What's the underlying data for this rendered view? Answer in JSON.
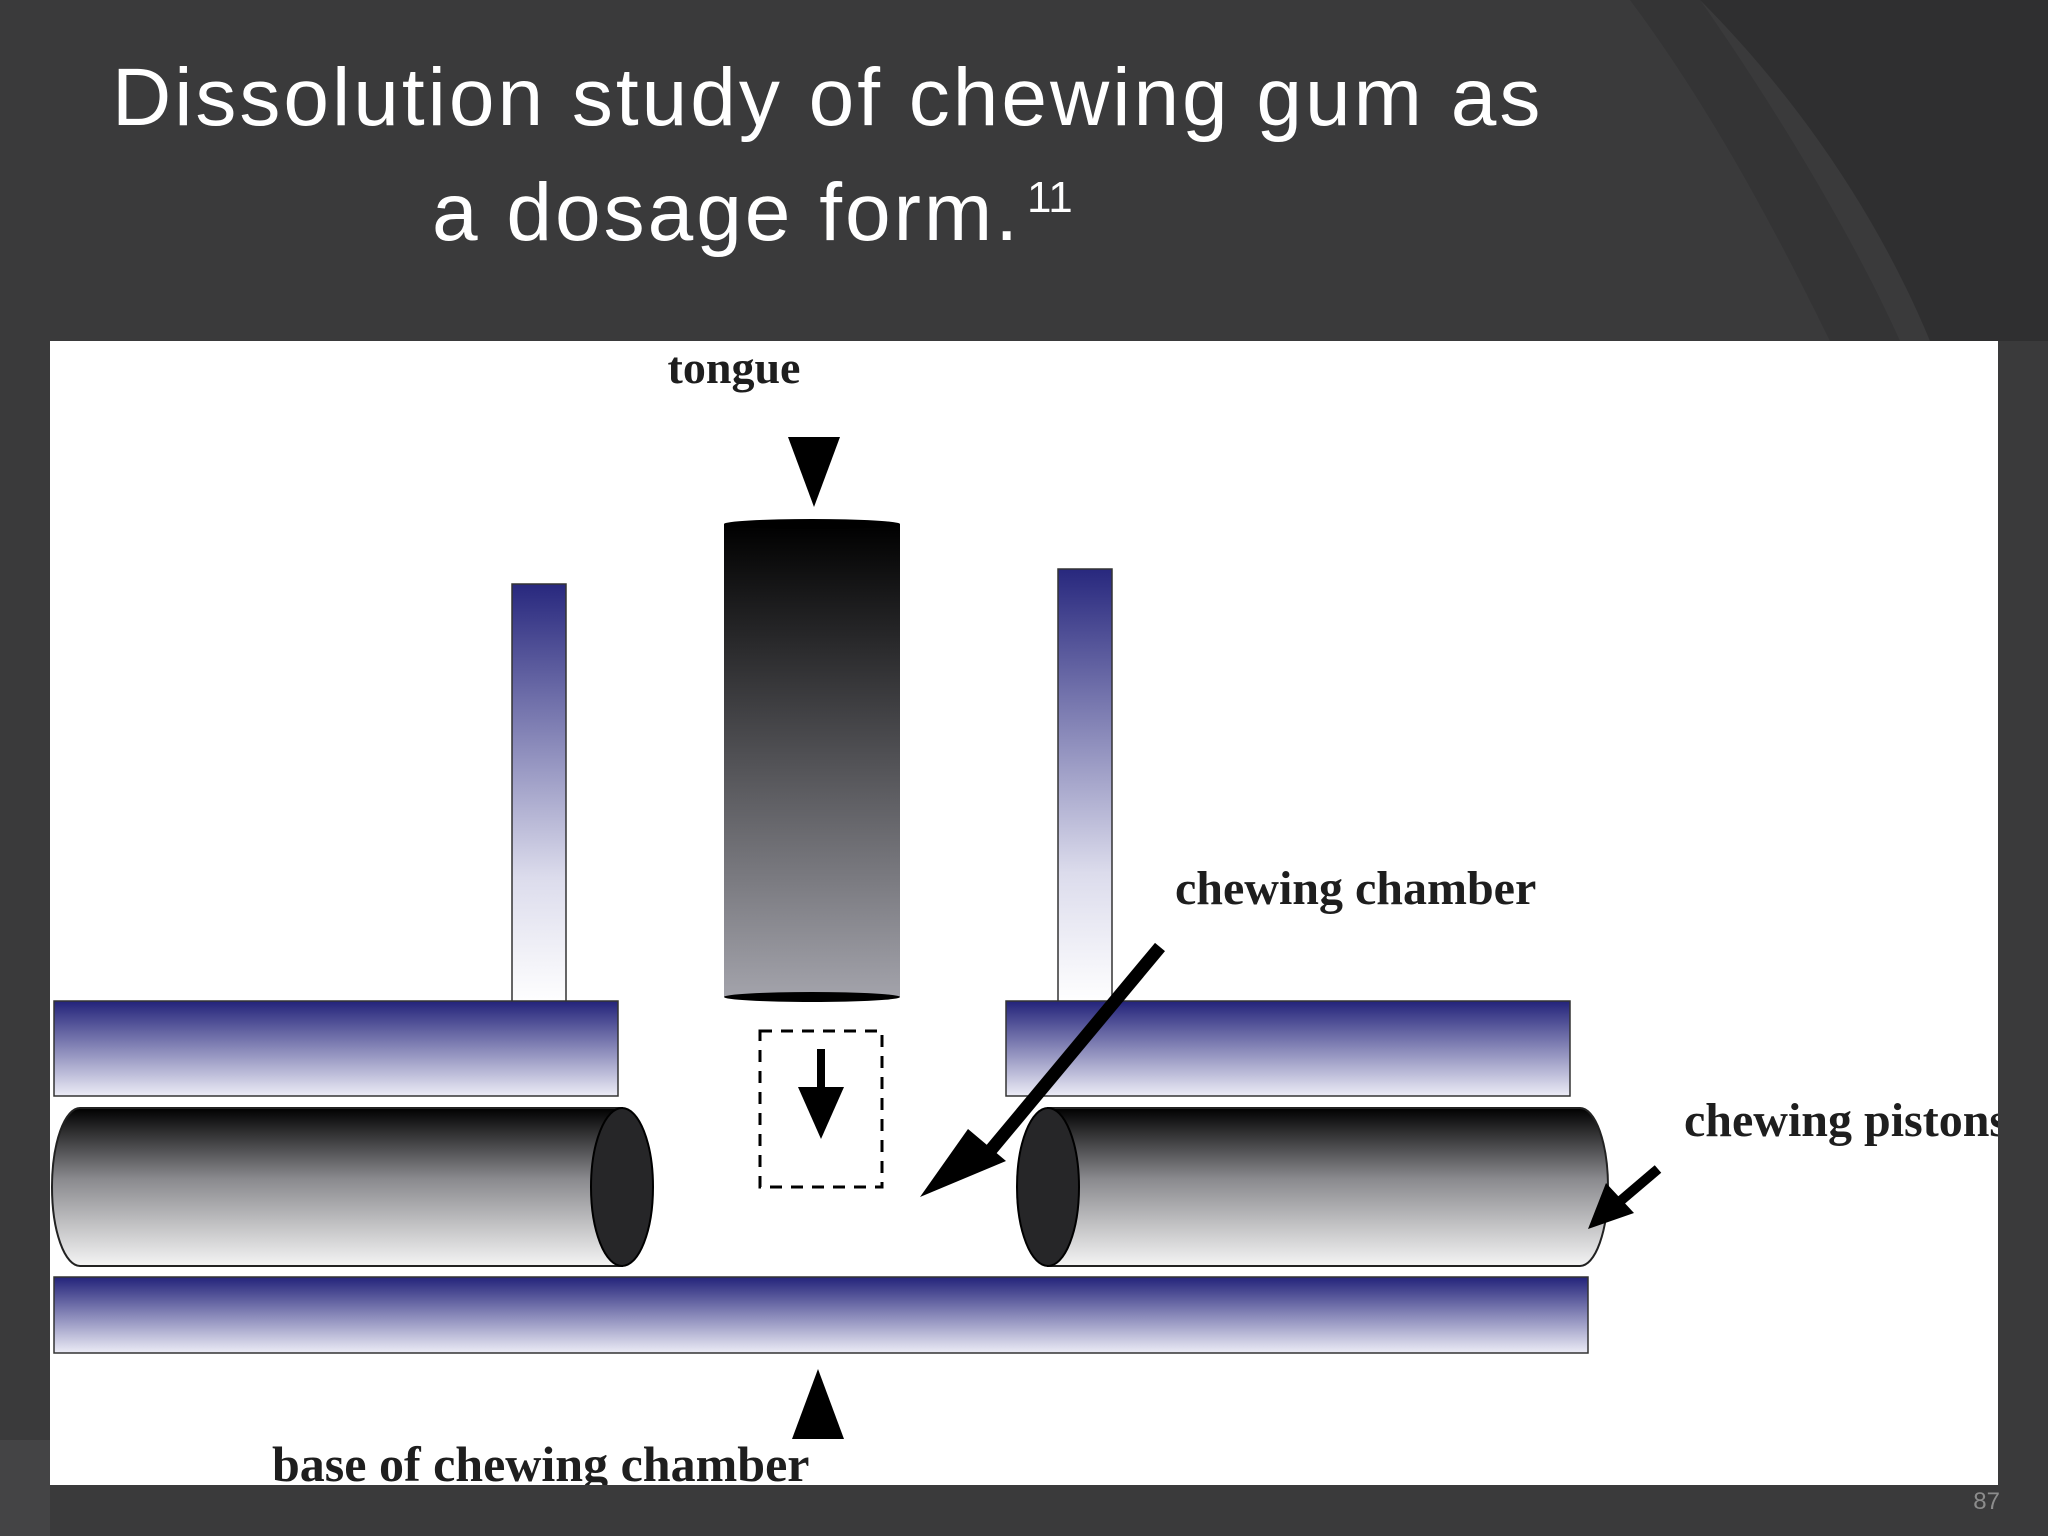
{
  "slide": {
    "title_line1": "Dissolution study of chewing gum as",
    "title_line2": "a  dosage form.",
    "title_superscript": "11",
    "page_number": "87"
  },
  "figure": {
    "labels": {
      "tongue": "tongue",
      "chewing_chamber": "chewing chamber",
      "chewing_pistons": "chewing pistons",
      "base": "base of chewing chamber"
    }
  },
  "colors": {
    "background": "#3a3a3b",
    "plate_dark": "#23237a",
    "plate_light": "#ffffff",
    "tongue_top": "#000000",
    "tongue_bottom": "#a0a0a8",
    "text": "#ffffff"
  }
}
